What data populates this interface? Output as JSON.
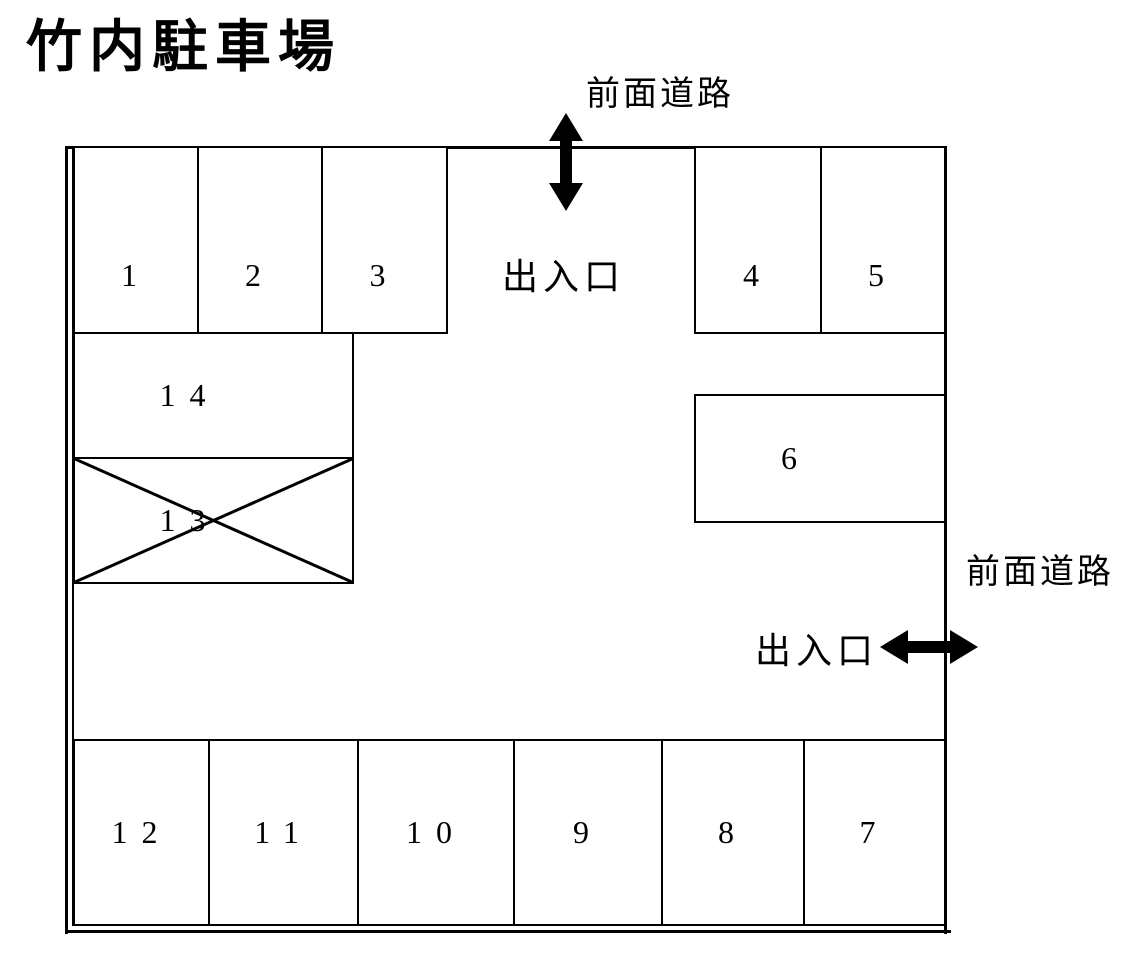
{
  "title": "竹内駐車場",
  "colors": {
    "line": "#000000",
    "background": "#ffffff"
  },
  "roads": {
    "top": {
      "road_label": "前面道路",
      "entrance_label": "出入口",
      "arrow_icon": "vertical-double-arrow"
    },
    "right": {
      "road_label": "前面道路",
      "entrance_label": "出入口",
      "arrow_icon": "horizontal-double-arrow"
    }
  },
  "spaces": [
    {
      "number": "1",
      "crossed_out": false
    },
    {
      "number": "2",
      "crossed_out": false
    },
    {
      "number": "3",
      "crossed_out": false
    },
    {
      "number": "4",
      "crossed_out": false
    },
    {
      "number": "5",
      "crossed_out": false
    },
    {
      "number": "6",
      "crossed_out": false
    },
    {
      "number": "7",
      "crossed_out": false
    },
    {
      "number": "8",
      "crossed_out": false
    },
    {
      "number": "9",
      "crossed_out": false
    },
    {
      "number": "10",
      "crossed_out": false
    },
    {
      "number": "11",
      "crossed_out": false
    },
    {
      "number": "12",
      "crossed_out": false
    },
    {
      "number": "13",
      "crossed_out": true
    },
    {
      "number": "14",
      "crossed_out": false
    }
  ]
}
